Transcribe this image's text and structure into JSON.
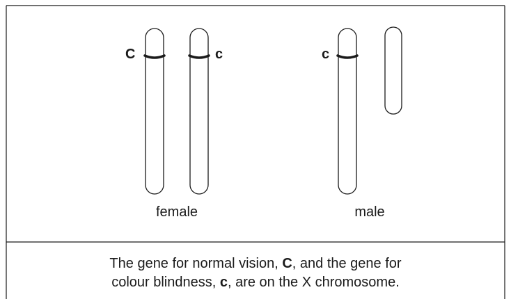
{
  "chromosome_labels": {
    "female": "female",
    "male": "male"
  },
  "alleles": {
    "female_left": "C",
    "female_right": "c",
    "male_x": "c"
  },
  "caption": {
    "part1": "The gene for normal vision, ",
    "gene_normal": "C",
    "part2": ", and the gene for",
    "part3": "colour blindness, ",
    "gene_colourblind": "c",
    "part4": ", are on the X chromosome."
  }
}
